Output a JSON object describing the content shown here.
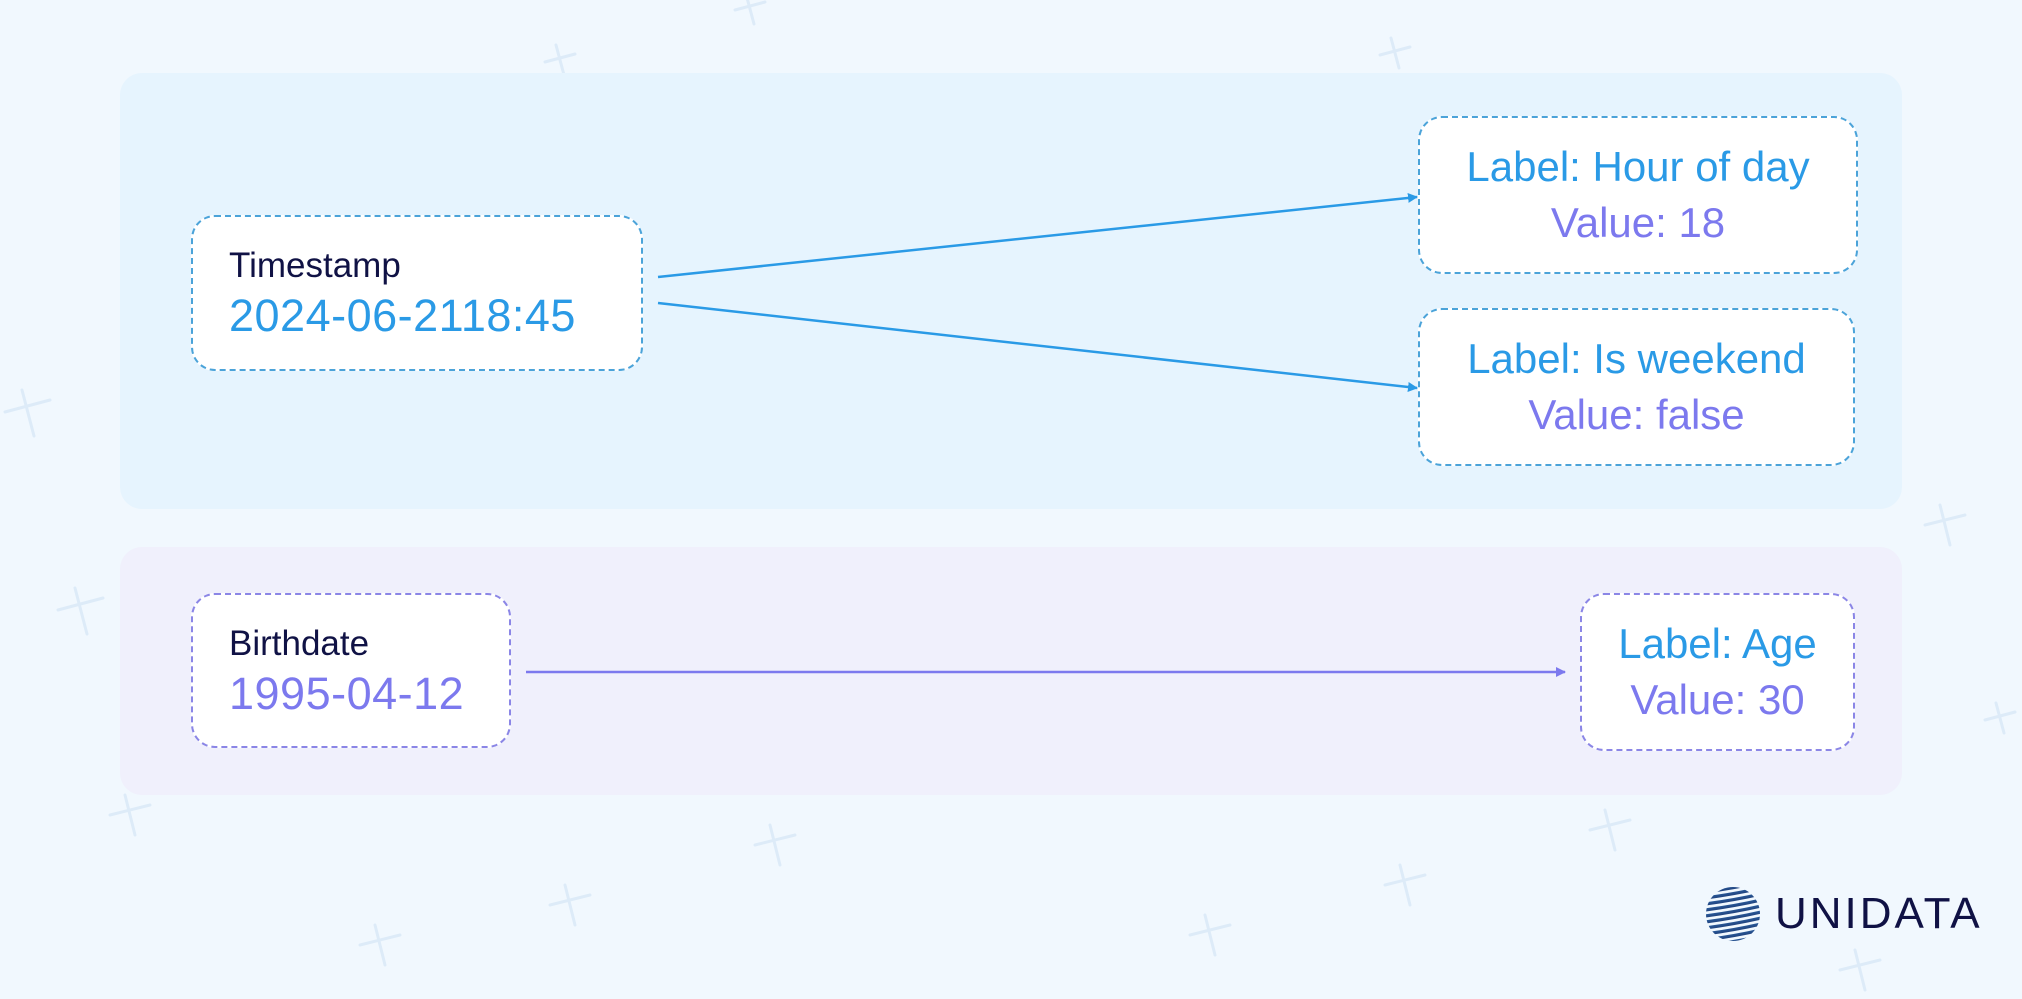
{
  "colors": {
    "background": "#f1f8fe",
    "panel_blue": "#e6f4fe",
    "panel_purple": "#f0f0fc",
    "accent_blue": "#2a9ae6",
    "accent_purple": "#7c79ee",
    "dark_text": "#101245"
  },
  "timestamp_group": {
    "source": {
      "name": "Timestamp",
      "value": "2024-06-2118:45"
    },
    "outputs": [
      {
        "label": "Label: Hour of day",
        "value": "Value: 18"
      },
      {
        "label": "Label: Is weekend",
        "value": "Value: false"
      }
    ]
  },
  "birthdate_group": {
    "source": {
      "name": "Birthdate",
      "value": "1995-04-12"
    },
    "outputs": [
      {
        "label": "Label: Age",
        "value": "Value: 30"
      }
    ]
  },
  "logo": {
    "icon": "globe-icon",
    "text": "UNIDATA"
  }
}
